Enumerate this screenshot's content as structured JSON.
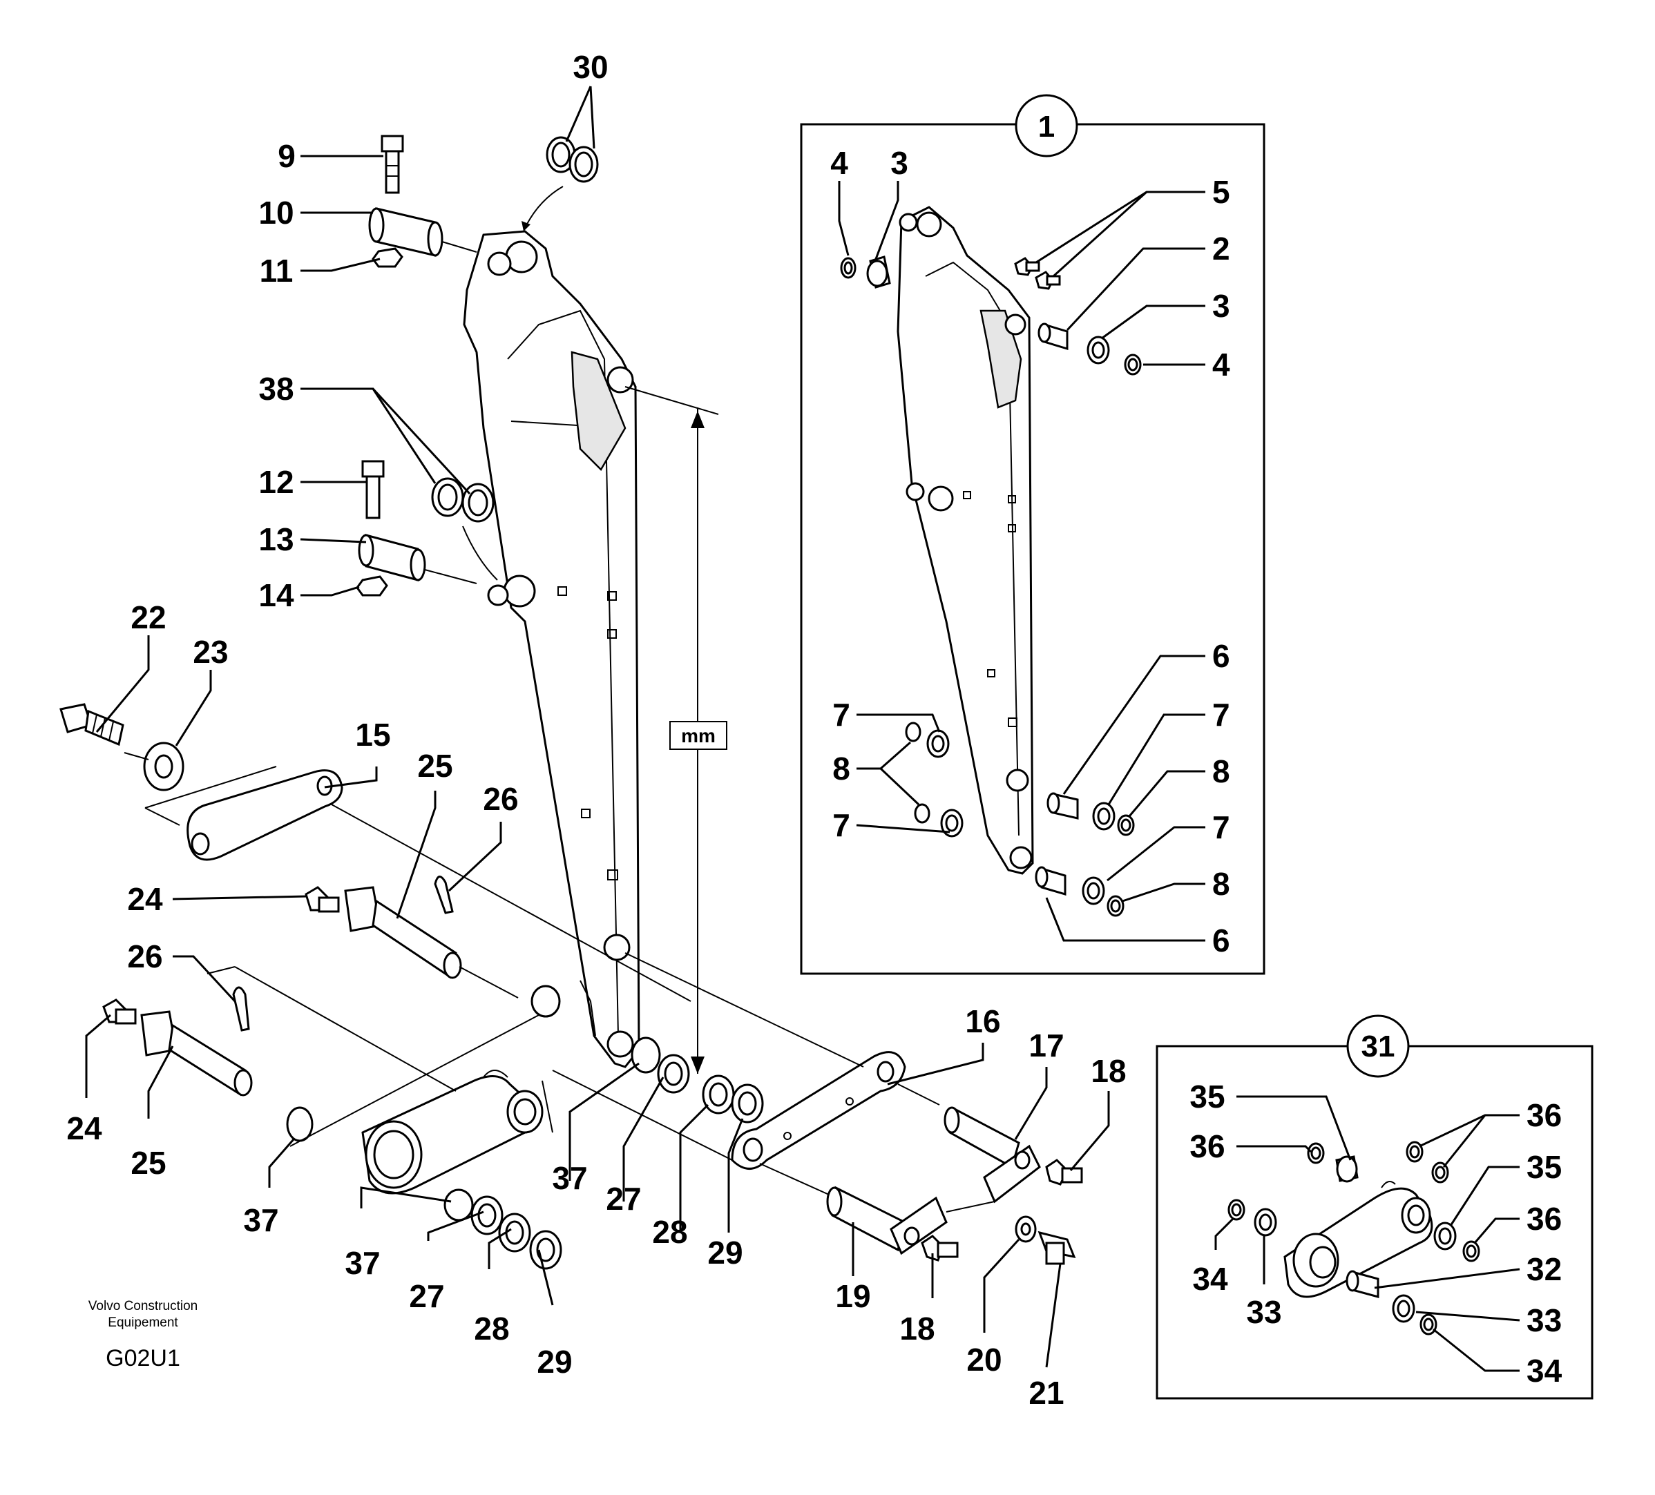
{
  "labels": [
    "30",
    "9",
    "10",
    "11",
    "38",
    "12",
    "13",
    "14",
    "22",
    "23",
    "15",
    "25",
    "26",
    "24",
    "26",
    "24",
    "25",
    "37",
    "37",
    "27",
    "28",
    "29",
    "37",
    "27",
    "28",
    "29",
    "16",
    "17",
    "18",
    "19",
    "18",
    "20",
    "21"
  ],
  "inset1": {
    "number": "1",
    "labels": [
      "4",
      "3",
      "5",
      "2",
      "3",
      "4",
      "6",
      "7",
      "7",
      "8",
      "8",
      "7",
      "7",
      "8",
      "6"
    ]
  },
  "inset31": {
    "number": "31",
    "labels": [
      "35",
      "36",
      "36",
      "35",
      "36",
      "34",
      "33",
      "32",
      "33",
      "34"
    ]
  },
  "dimension_label": "mm",
  "footer": {
    "line1": "Volvo Construction",
    "line2": "Equipement",
    "code": "G02U1"
  }
}
